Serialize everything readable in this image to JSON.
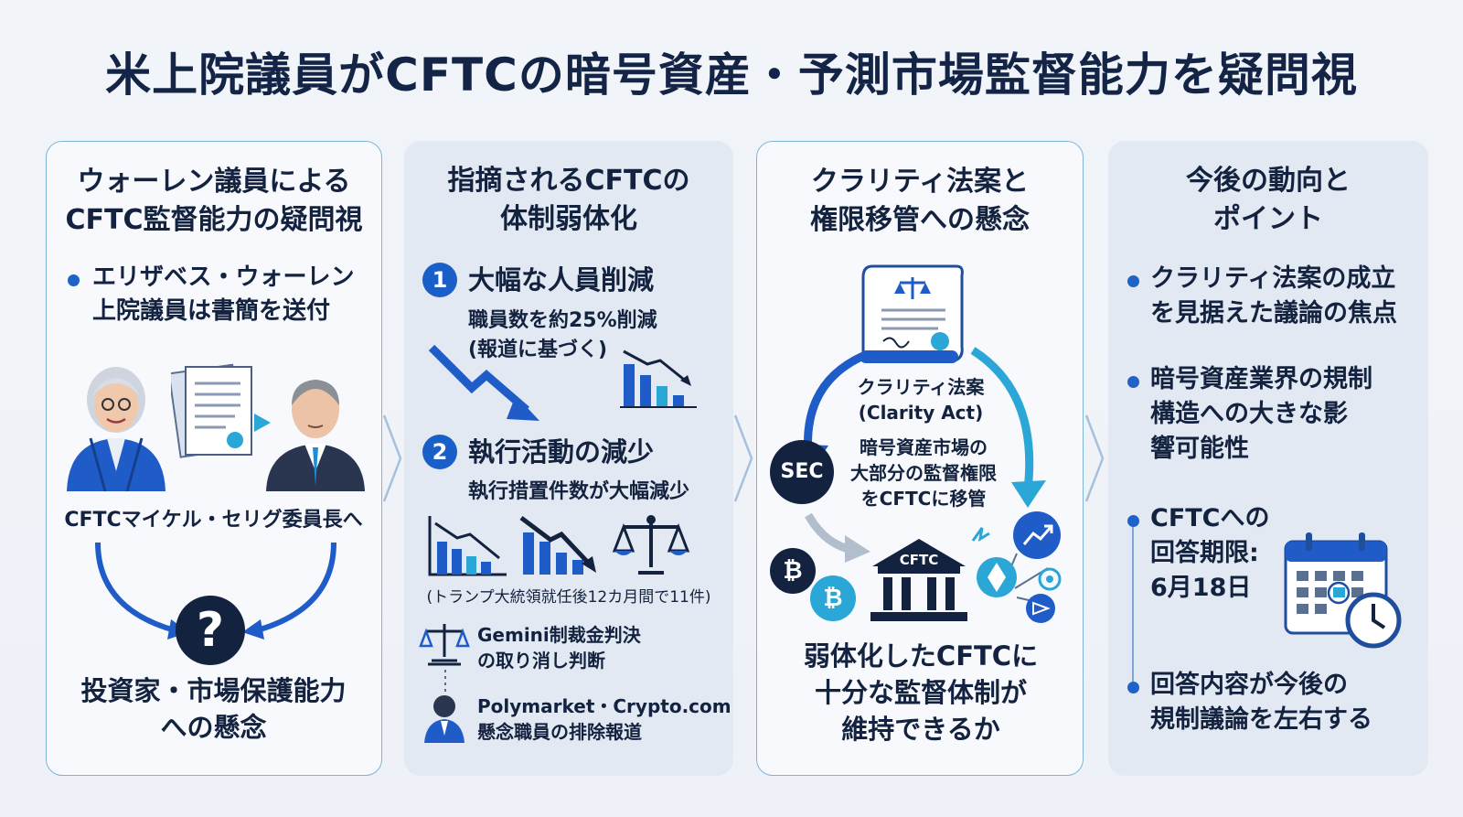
{
  "title": "米上院議員がCFTCの暗号資産・予測市場監督能力を疑問視",
  "colors": {
    "navy": "#13223f",
    "blue": "#1f63c8",
    "teal": "#2aa7d6",
    "panel_alt": "#e3e9f2"
  },
  "panel1": {
    "heading": [
      "ウォーレン議員による",
      "CFTC監督能力の疑問視"
    ],
    "bullet": [
      "エリザベス・ウォーレン",
      "上院議員は書簡を送付"
    ],
    "recipient": "CFTCマイケル・セリグ委員長へ",
    "icon_question": "?",
    "concern": [
      "投資家・市場保護能力",
      "への懸念"
    ]
  },
  "panel2": {
    "heading": [
      "指摘されるCFTCの",
      "体制弱体化"
    ],
    "item1": {
      "number": "1",
      "title": "大幅な人員削減",
      "desc": [
        "職員数を約25%削減",
        "(報道に基づく)"
      ]
    },
    "item2": {
      "number": "2",
      "title": "執行活動の減少",
      "desc": "執行措置件数が大幅減少",
      "note": "(トランプ大統領就任後12カ月間で11件)"
    },
    "sub1": [
      "Gemini制裁金判決",
      "の取り消し判断"
    ],
    "sub2": [
      "Polymarket・Crypto.com",
      "懸念職員の排除報道"
    ]
  },
  "panel3": {
    "heading": [
      "クラリティ法案と",
      "権限移管への懸念"
    ],
    "act_label": [
      "クラリティ法案",
      "(Clarity Act)"
    ],
    "sec_label": "SEC",
    "transfer": [
      "暗号資産市場の",
      "大部分の監督権限",
      "をCFTCに移管"
    ],
    "cftc_label": "CFTC",
    "question": [
      "弱体化したCFTCに",
      "十分な監督体制が",
      "維持できるか"
    ]
  },
  "panel4": {
    "heading": [
      "今後の動向と",
      "ポイント"
    ],
    "bullet1": [
      "クラリティ法案の成立",
      "を見据えた議論の焦点"
    ],
    "bullet2": [
      "暗号資産業界の規制",
      "構造への大きな影",
      "響可能性"
    ],
    "bullet3": [
      "CFTCへの",
      "回答期限:",
      "6月18日"
    ],
    "bullet4": [
      "回答内容が今後の",
      "規制議論を左右する"
    ]
  }
}
